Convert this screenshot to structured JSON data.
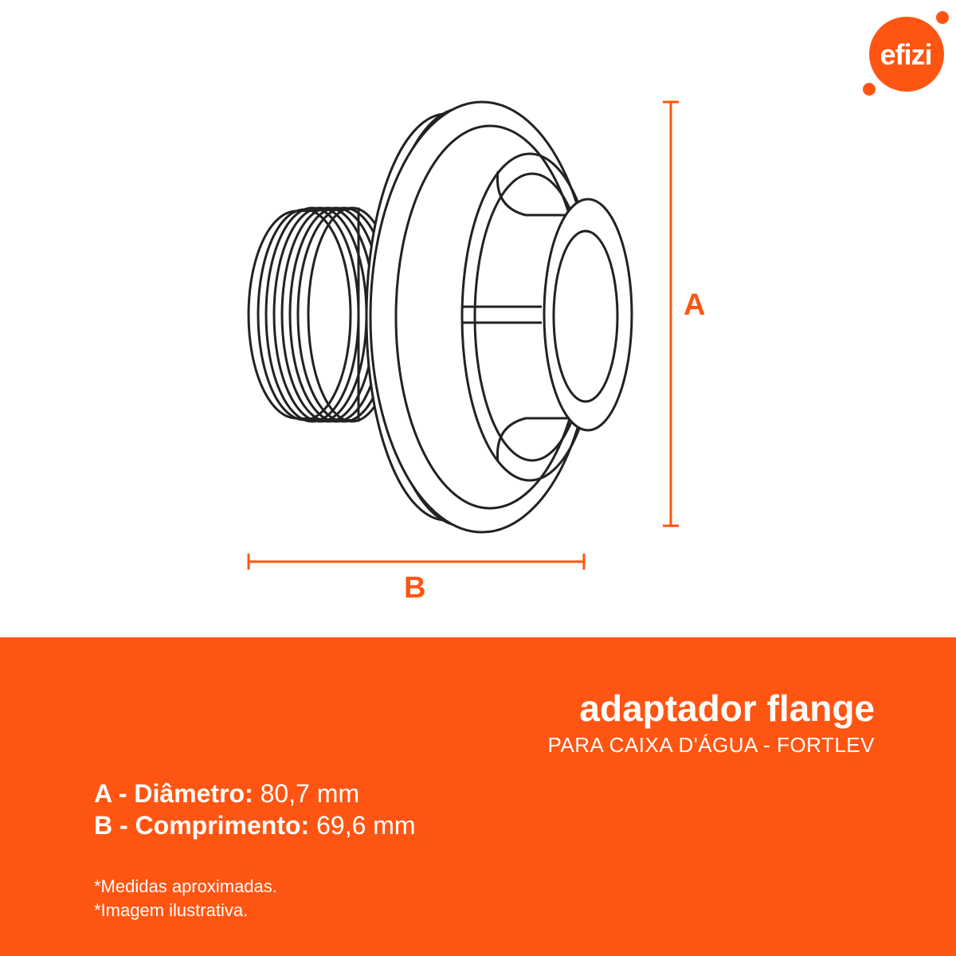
{
  "brand": {
    "logo_text": "efizi",
    "color": "#FF5512"
  },
  "dimensions": {
    "a_label": "A",
    "b_label": "B"
  },
  "product": {
    "title": "adaptador flange",
    "subtitle": "PARA CAIXA D'ÁGUA - FORTLEV"
  },
  "specs": [
    {
      "label": "A - Diâmetro:",
      "value": "80,7 mm"
    },
    {
      "label": "B - Comprimento:",
      "value": "69,6 mm"
    }
  ],
  "notes": [
    "*Medidas aproximadas.",
    "*Imagem ilustrativa."
  ]
}
